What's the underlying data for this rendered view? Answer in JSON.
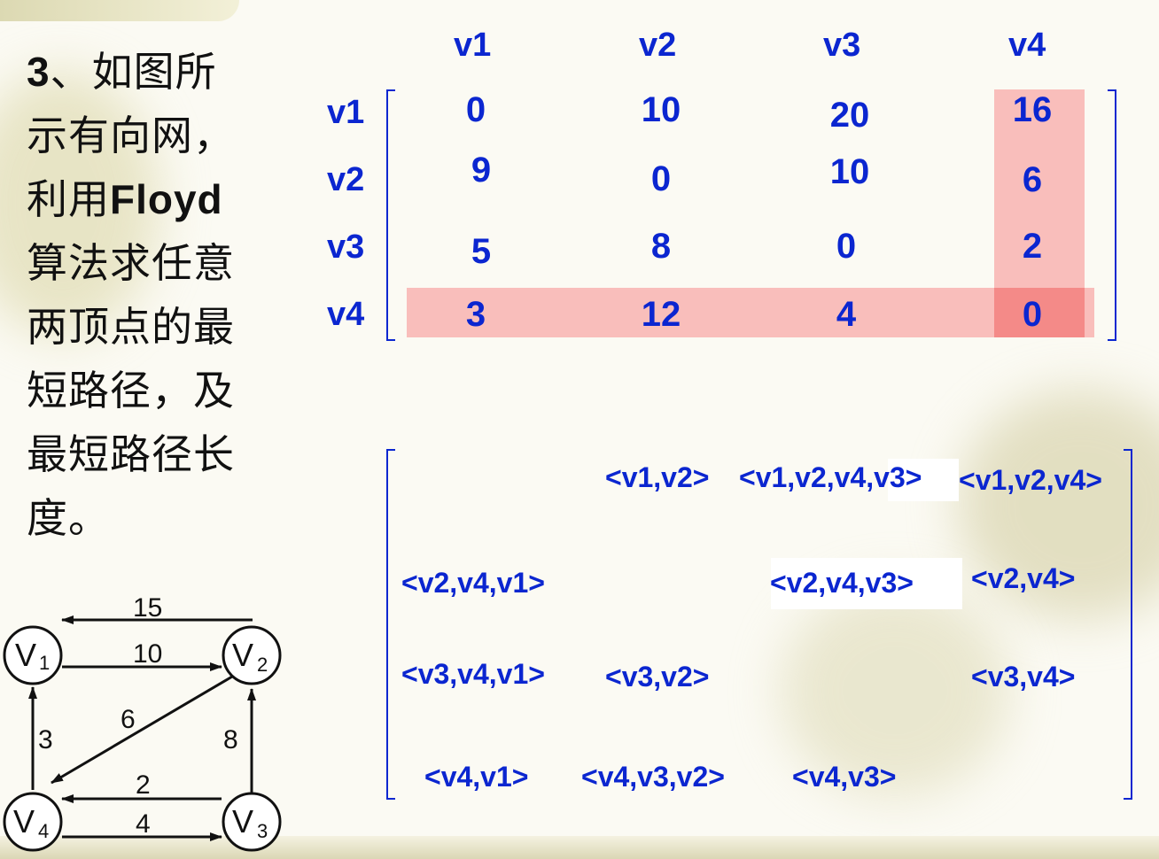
{
  "question": {
    "number": "3",
    "line1": "、如图所",
    "line2": "示有向网，",
    "line3_pre": "利用",
    "line3_bold": "Floyd",
    "line4": "算法求任意",
    "line5": "两顶点的最",
    "line6": "短路径，及",
    "line7": "最短路径长",
    "line8": "度。"
  },
  "matrix": {
    "col_headers": [
      "v1",
      "v2",
      "v3",
      "v4"
    ],
    "row_headers": [
      "v1",
      "v2",
      "v3",
      "v4"
    ],
    "rows": [
      [
        "0",
        "10",
        "20",
        "16"
      ],
      [
        "9",
        "0",
        "10",
        "6"
      ],
      [
        "5",
        "8",
        "0",
        "2"
      ],
      [
        "3",
        "12",
        "4",
        "0"
      ]
    ],
    "highlight": {
      "row": "v4",
      "col": "v4",
      "color": "#f78c8c"
    }
  },
  "paths": {
    "r1": {
      "c2": "<v1,v2>",
      "c3": "<v1,v2,v4,v3>",
      "c4": "<v1,v2,v4>"
    },
    "r2": {
      "c1": "<v2,v4,v1>",
      "c3": "<v2,v4,v3>",
      "c4": "<v2,v4>"
    },
    "r3": {
      "c1": "<v3,v4,v1>",
      "c2": "<v3,v2>",
      "c4": "<v3,v4>"
    },
    "r4": {
      "c1": "<v4,v1>",
      "c2": "<v4,v3,v2>",
      "c3": "<v4,v3>"
    }
  },
  "graph": {
    "nodes": {
      "v1": "V",
      "v1_sub": "1",
      "v2": "V",
      "v2_sub": "2",
      "v3": "V",
      "v3_sub": "3",
      "v4": "V",
      "v4_sub": "4"
    },
    "edges": {
      "v2_v1": "15",
      "v1_v2": "10",
      "v2_v4": "6",
      "v4_v1": "3",
      "v3_v2": "8",
      "v3_v4": "2",
      "v4_v3": "4"
    }
  },
  "colors": {
    "text_blue": "#0b26d0",
    "highlight": "#f78c8c",
    "question_text": "#111111"
  }
}
